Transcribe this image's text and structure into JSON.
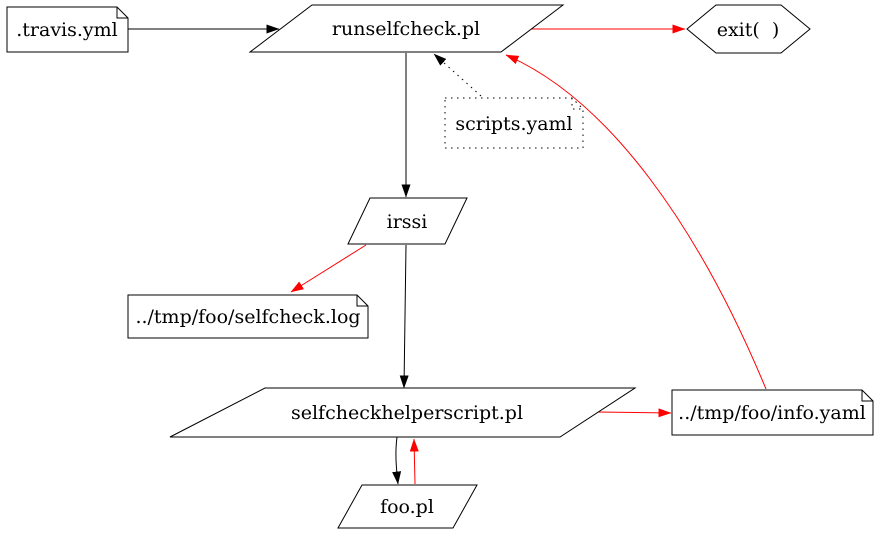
{
  "diagram": {
    "background_color": "#ffffff",
    "colors": {
      "node_fill": "#ffffff",
      "node_stroke": "#000000",
      "text": "#000000",
      "edge_default": "#000000",
      "edge_highlight": "#ff0000"
    },
    "nodes": [
      {
        "id": "travis-yml",
        "label": ".travis.yml",
        "shape": "note",
        "style": "solid"
      },
      {
        "id": "runselfcheck-pl",
        "label": "runselfcheck.pl",
        "shape": "parallelogram",
        "style": "solid"
      },
      {
        "id": "exit-call",
        "label": "exit(  )",
        "shape": "hexagon",
        "style": "solid"
      },
      {
        "id": "scripts-yaml",
        "label": "scripts.yaml",
        "shape": "note",
        "style": "dotted"
      },
      {
        "id": "irssi",
        "label": "irssi",
        "shape": "parallelogram",
        "style": "solid"
      },
      {
        "id": "selfcheck-log",
        "label": "../tmp/foo/selfcheck.log",
        "shape": "note",
        "style": "solid"
      },
      {
        "id": "selfcheckhelperscript-pl",
        "label": "selfcheckhelperscript.pl",
        "shape": "parallelogram",
        "style": "solid"
      },
      {
        "id": "info-yaml",
        "label": "../tmp/foo/info.yaml",
        "shape": "note",
        "style": "solid"
      },
      {
        "id": "foo-pl",
        "label": "foo.pl",
        "shape": "parallelogram",
        "style": "solid"
      }
    ],
    "edges": [
      {
        "from": ".travis.yml",
        "to": "runselfcheck.pl",
        "color": "#000000",
        "style": "solid"
      },
      {
        "from": "runselfcheck.pl",
        "to": "exit(  )",
        "color": "#ff0000",
        "style": "solid"
      },
      {
        "from": "scripts.yaml",
        "to": "runselfcheck.pl",
        "color": "#000000",
        "style": "dotted"
      },
      {
        "from": "runselfcheck.pl",
        "to": "irssi",
        "color": "#000000",
        "style": "solid"
      },
      {
        "from": "irssi",
        "to": "../tmp/foo/selfcheck.log",
        "color": "#ff0000",
        "style": "solid"
      },
      {
        "from": "irssi",
        "to": "selfcheckhelperscript.pl",
        "color": "#000000",
        "style": "solid"
      },
      {
        "from": "selfcheckhelperscript.pl",
        "to": "../tmp/foo/info.yaml",
        "color": "#ff0000",
        "style": "solid"
      },
      {
        "from": "../tmp/foo/info.yaml",
        "to": "runselfcheck.pl",
        "color": "#ff0000",
        "style": "solid"
      },
      {
        "from": "selfcheckhelperscript.pl",
        "to": "foo.pl",
        "color": "#000000",
        "style": "solid"
      },
      {
        "from": "foo.pl",
        "to": "selfcheckhelperscript.pl",
        "color": "#ff0000",
        "style": "solid"
      }
    ]
  }
}
